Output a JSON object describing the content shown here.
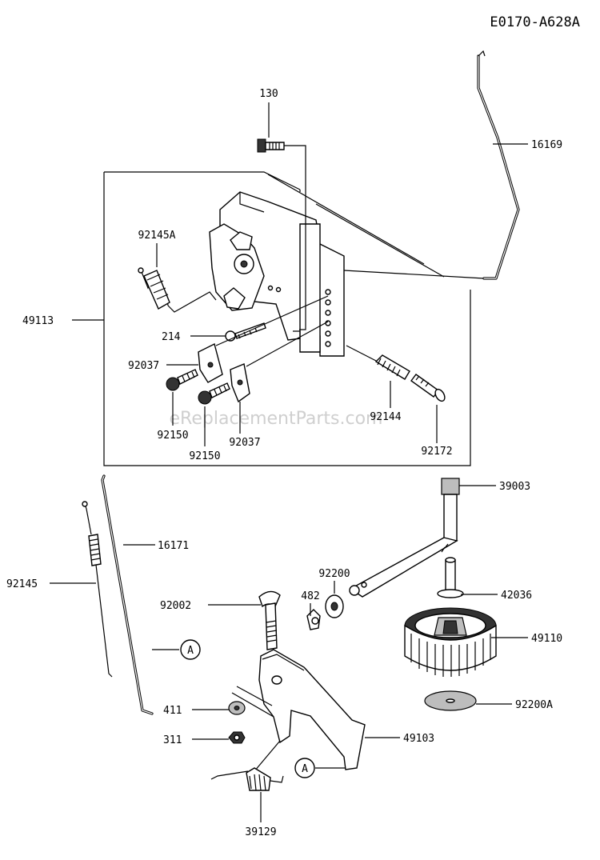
{
  "diagram": {
    "code": "E0170-A628A",
    "watermark": "eReplacementParts.com",
    "callouts": {
      "c130": "130",
      "c16169": "16169",
      "c92145A": "92145A",
      "c49113": "49113",
      "c214": "214",
      "c92037a": "92037",
      "c92150a": "92150",
      "c92150b": "92150",
      "c92037b": "92037",
      "c92144": "92144",
      "c92172": "92172",
      "c39003": "39003",
      "c16171": "16171",
      "c92145": "92145",
      "cA1": "A",
      "c92200": "92200",
      "c92002": "92002",
      "c482": "482",
      "c42036": "42036",
      "c49110": "49110",
      "c411": "411",
      "c311": "311",
      "c49103": "49103",
      "c92200A": "92200A",
      "cA2": "A",
      "c39129": "39129"
    }
  }
}
